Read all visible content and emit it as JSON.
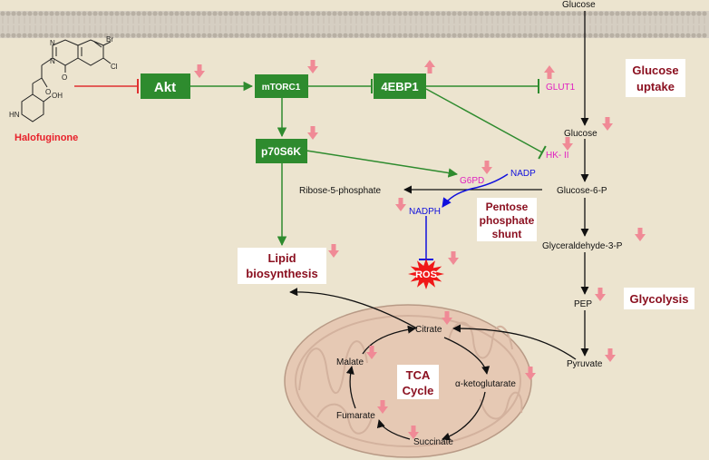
{
  "drug": {
    "name": "Halofuginone",
    "atoms": {
      "br": "Br",
      "cl": "Cl",
      "o": "O",
      "n1": "N",
      "n2": "N",
      "n3": "N",
      "oh": "OH",
      "hn": "HN"
    }
  },
  "nodes": {
    "akt": "Akt",
    "mtorc1": "mTORC1",
    "e4ebp1": "4EBP1",
    "p70s6k": "p70S6K",
    "glut1": "GLUT1",
    "hk2": "HK- II",
    "g6pd": "G6PD",
    "nadp": "NADP",
    "nadph": "NADPH",
    "ros": "ROS"
  },
  "metabolites": {
    "glucose_out": "Glucose",
    "glucose_in": "Glucose",
    "glucose6p": "Glucose-6-P",
    "ribose5p": "Ribose-5-phosphate",
    "g3p": "Glyceraldehyde-3-P",
    "pep": "PEP",
    "pyruvate": "Pyruvate",
    "citrate": "Citrate",
    "akg": "α-ketoglutarate",
    "succinate": "Succinate",
    "fumarate": "Fumarate",
    "malate": "Malate"
  },
  "labels": {
    "glucose_uptake": [
      "Glucose",
      "uptake"
    ],
    "pentose": [
      "Pentose",
      "phosphate",
      "shunt"
    ],
    "glycolysis": "Glycolysis",
    "lipid": [
      "Lipid",
      "biosynthesis"
    ],
    "tca": [
      "TCA",
      "Cycle"
    ]
  },
  "colors": {
    "background": "#ECE4CF",
    "green": "#2E8B2E",
    "inhibit_red": "#E03030",
    "drug_red": "#E8202A",
    "magenta": "#E020C0",
    "blue": "#1010DD",
    "dark_red": "#8B1020",
    "arrow_pink": "#F08A96",
    "mito_fill": "#E6C9B4"
  },
  "regulation": {
    "up": [
      "4EBP1",
      "GLUT1"
    ],
    "down": [
      "Akt",
      "mTORC1",
      "p70S6K",
      "HK- II",
      "G6PD",
      "NADPH",
      "ROS",
      "Lipid biosynthesis",
      "Glucose",
      "Glyceraldehyde-3-P",
      "PEP",
      "Pyruvate",
      "Citrate",
      "α-ketoglutarate",
      "Succinate",
      "Fumarate",
      "Malate"
    ]
  }
}
